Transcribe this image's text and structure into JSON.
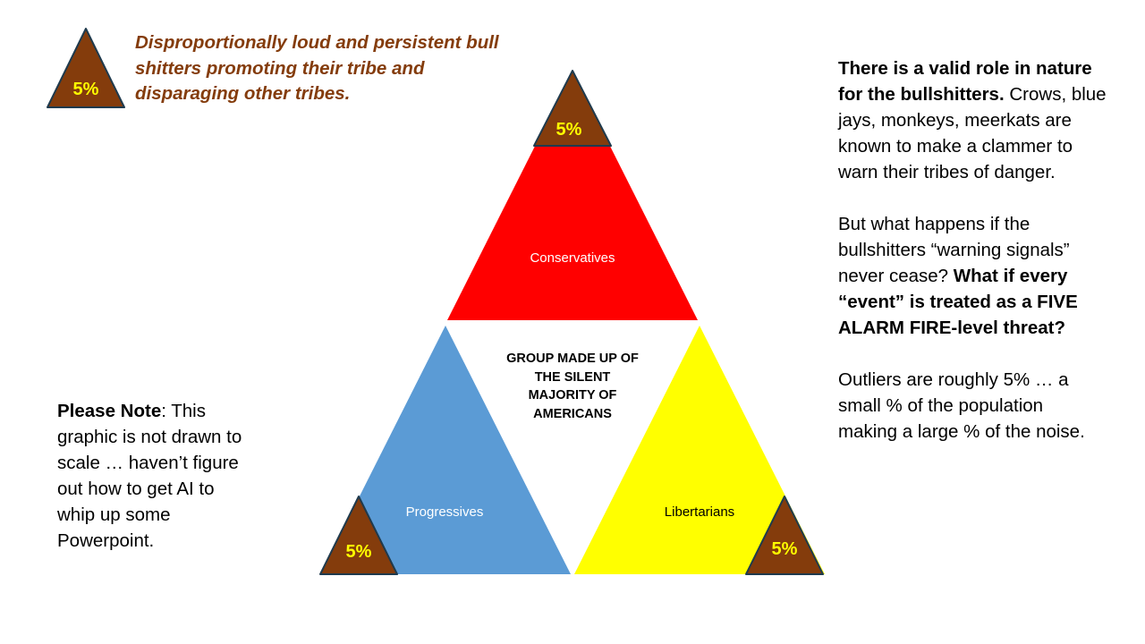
{
  "colors": {
    "conservatives": "#FF0000",
    "progressives": "#5B9BD5",
    "libertarians": "#FFFF00",
    "outlier": "#843C0C",
    "outlier_border": "#1F3A4D",
    "outlier_text": "#FFFF00",
    "legend_text": "#843C0C"
  },
  "legend": {
    "badge": "5%",
    "text": "Disproportionally loud and persistent bull shitters promoting their tribe and disparaging other tribes."
  },
  "triangles": {
    "top_label": "Conservatives",
    "left_label": "Progressives",
    "right_label": "Libertarians",
    "outlier_label": "5%"
  },
  "center_text": "GROUP MADE UP OF THE SILENT MAJORITY OF AMERICANS",
  "right_panel": {
    "p1_bold": "There is a valid role in nature for the bullshitters.",
    "p1_text": " Crows, blue jays, monkeys, meerkats are known to make a clammer to warn their tribes of danger.",
    "p2_text": "But what happens if the bullshitters “warning signals” never cease? ",
    "p2_bold": "What if every “event” is treated as a FIVE ALARM FIRE-level threat?",
    "p3_text": "Outliers are roughly 5% … a small % of the population making a large % of the noise."
  },
  "note": {
    "bold": "Please Note",
    "text": ":  This graphic is not drawn to scale … haven’t figure out how to get AI to whip up some Powerpoint."
  }
}
